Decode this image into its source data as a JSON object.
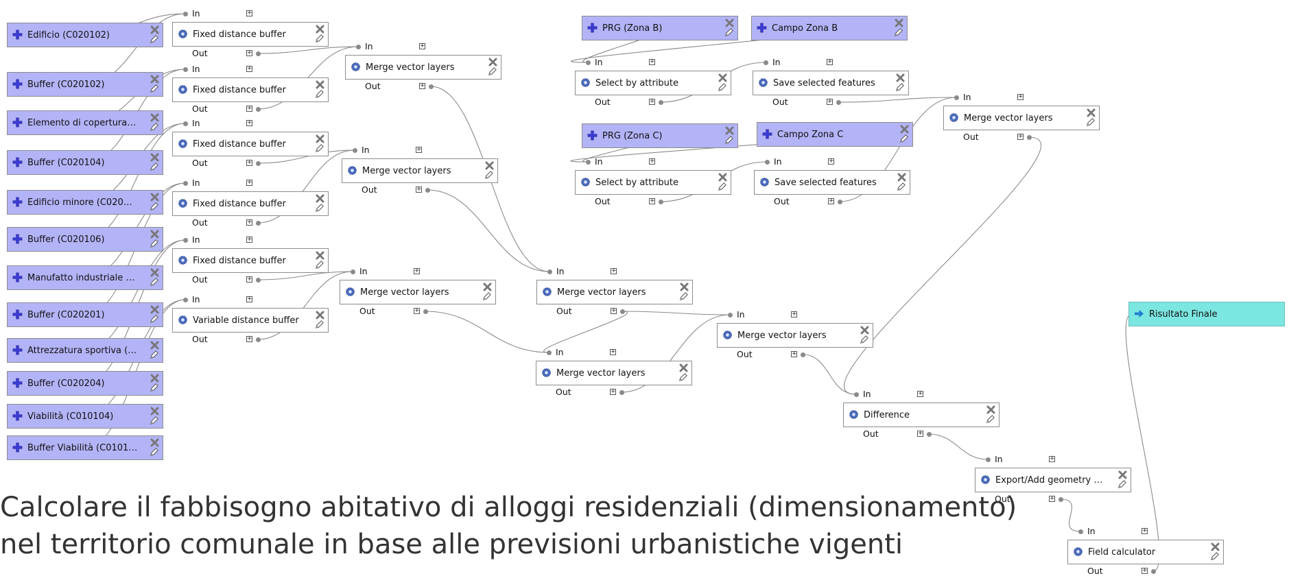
{
  "caption": {
    "line1": "Calcolare il fabbisogno abitativo di alloggi residenziali (dimensionamento)",
    "line2": "nel territorio comunale in base alle previsioni urbanistiche vigenti"
  },
  "ports": {
    "in_label": "In",
    "out_label": "Out"
  },
  "colors": {
    "input_fill": "#b3b3f7",
    "output_fill": "#7ce6e0",
    "wire": "#8a8a8a"
  },
  "nodes": [
    {
      "id": "in1",
      "kind": "input",
      "label": "Edificio (C020102)"
    },
    {
      "id": "in2",
      "kind": "input",
      "label": "Buffer (C020102)"
    },
    {
      "id": "in3",
      "kind": "input",
      "label": "Elemento di copertura (C…"
    },
    {
      "id": "in4",
      "kind": "input",
      "label": "Buffer (C020104)"
    },
    {
      "id": "in5",
      "kind": "input",
      "label": "Edificio minore (C020106)"
    },
    {
      "id": "in6",
      "kind": "input",
      "label": "Buffer (C020106)"
    },
    {
      "id": "in7",
      "kind": "input",
      "label": "Manufatto industriale (C0…"
    },
    {
      "id": "in8",
      "kind": "input",
      "label": "Buffer (C020201)"
    },
    {
      "id": "in9",
      "kind": "input",
      "label": "Attrezzatura sportiva (C0…"
    },
    {
      "id": "in10",
      "kind": "input",
      "label": "Buffer (C020204)"
    },
    {
      "id": "in11",
      "kind": "input",
      "label": "Viabilità (C010104)"
    },
    {
      "id": "in12",
      "kind": "input",
      "label": "Buffer Viabilità (C010104)"
    },
    {
      "id": "fdb1",
      "kind": "alg",
      "label": "Fixed distance buffer"
    },
    {
      "id": "fdb2",
      "kind": "alg",
      "label": "Fixed distance buffer"
    },
    {
      "id": "fdb3",
      "kind": "alg",
      "label": "Fixed distance buffer"
    },
    {
      "id": "fdb4",
      "kind": "alg",
      "label": "Fixed distance buffer"
    },
    {
      "id": "fdb5",
      "kind": "alg",
      "label": "Fixed distance buffer"
    },
    {
      "id": "vdb",
      "kind": "alg",
      "label": "Variable distance buffer"
    },
    {
      "id": "mvl1",
      "kind": "alg",
      "label": "Merge vector layers"
    },
    {
      "id": "mvl2",
      "kind": "alg",
      "label": "Merge vector layers"
    },
    {
      "id": "mvl3",
      "kind": "alg",
      "label": "Merge vector layers"
    },
    {
      "id": "mvl4",
      "kind": "alg",
      "label": "Merge vector layers"
    },
    {
      "id": "mvl5",
      "kind": "alg",
      "label": "Merge vector layers"
    },
    {
      "id": "mvl6",
      "kind": "alg",
      "label": "Merge vector layers"
    },
    {
      "id": "mvl7",
      "kind": "alg",
      "label": "Merge vector layers"
    },
    {
      "id": "prgB",
      "kind": "input",
      "label": "PRG (Zona B)"
    },
    {
      "id": "czB",
      "kind": "input",
      "label": "Campo Zona B"
    },
    {
      "id": "sbaB",
      "kind": "alg",
      "label": "Select by attribute"
    },
    {
      "id": "ssfB",
      "kind": "alg",
      "label": "Save selected features"
    },
    {
      "id": "prgC",
      "kind": "input",
      "label": "PRG (Zona C)"
    },
    {
      "id": "czC",
      "kind": "input",
      "label": "Campo Zona C"
    },
    {
      "id": "sbaC",
      "kind": "alg",
      "label": "Select by attribute"
    },
    {
      "id": "ssfC",
      "kind": "alg",
      "label": "Save selected features"
    },
    {
      "id": "diff",
      "kind": "alg",
      "label": "Difference"
    },
    {
      "id": "exp",
      "kind": "alg",
      "label": "Export/Add geometry col…"
    },
    {
      "id": "fc",
      "kind": "alg",
      "label": "Field calculator"
    },
    {
      "id": "res",
      "kind": "output",
      "label": "Risultato Finale"
    }
  ],
  "connections": [
    [
      "in1",
      "fdb1"
    ],
    [
      "in2",
      "fdb1"
    ],
    [
      "in3",
      "fdb2"
    ],
    [
      "in4",
      "fdb2"
    ],
    [
      "in5",
      "fdb3"
    ],
    [
      "in6",
      "fdb3"
    ],
    [
      "in7",
      "fdb4"
    ],
    [
      "in8",
      "fdb4"
    ],
    [
      "in9",
      "fdb5"
    ],
    [
      "in10",
      "fdb5"
    ],
    [
      "in11",
      "vdb"
    ],
    [
      "in12",
      "vdb"
    ],
    [
      "fdb1",
      "mvl1"
    ],
    [
      "fdb2",
      "mvl1"
    ],
    [
      "fdb3",
      "mvl2"
    ],
    [
      "fdb4",
      "mvl2"
    ],
    [
      "fdb5",
      "mvl3"
    ],
    [
      "vdb",
      "mvl3"
    ],
    [
      "mvl1",
      "mvl4"
    ],
    [
      "mvl2",
      "mvl4"
    ],
    [
      "mvl3",
      "mvl5"
    ],
    [
      "mvl4",
      "mvl5"
    ],
    [
      "mvl4",
      "mvl6"
    ],
    [
      "mvl5",
      "mvl6"
    ],
    [
      "prgB",
      "sbaB"
    ],
    [
      "czB",
      "sbaB"
    ],
    [
      "sbaB",
      "ssfB"
    ],
    [
      "prgC",
      "sbaC"
    ],
    [
      "czC",
      "sbaC"
    ],
    [
      "sbaC",
      "ssfC"
    ],
    [
      "ssfB",
      "mvl7"
    ],
    [
      "ssfC",
      "mvl7"
    ],
    [
      "mvl6",
      "diff"
    ],
    [
      "mvl7",
      "diff"
    ],
    [
      "diff",
      "exp"
    ],
    [
      "exp",
      "fc"
    ],
    [
      "fc",
      "res"
    ]
  ]
}
